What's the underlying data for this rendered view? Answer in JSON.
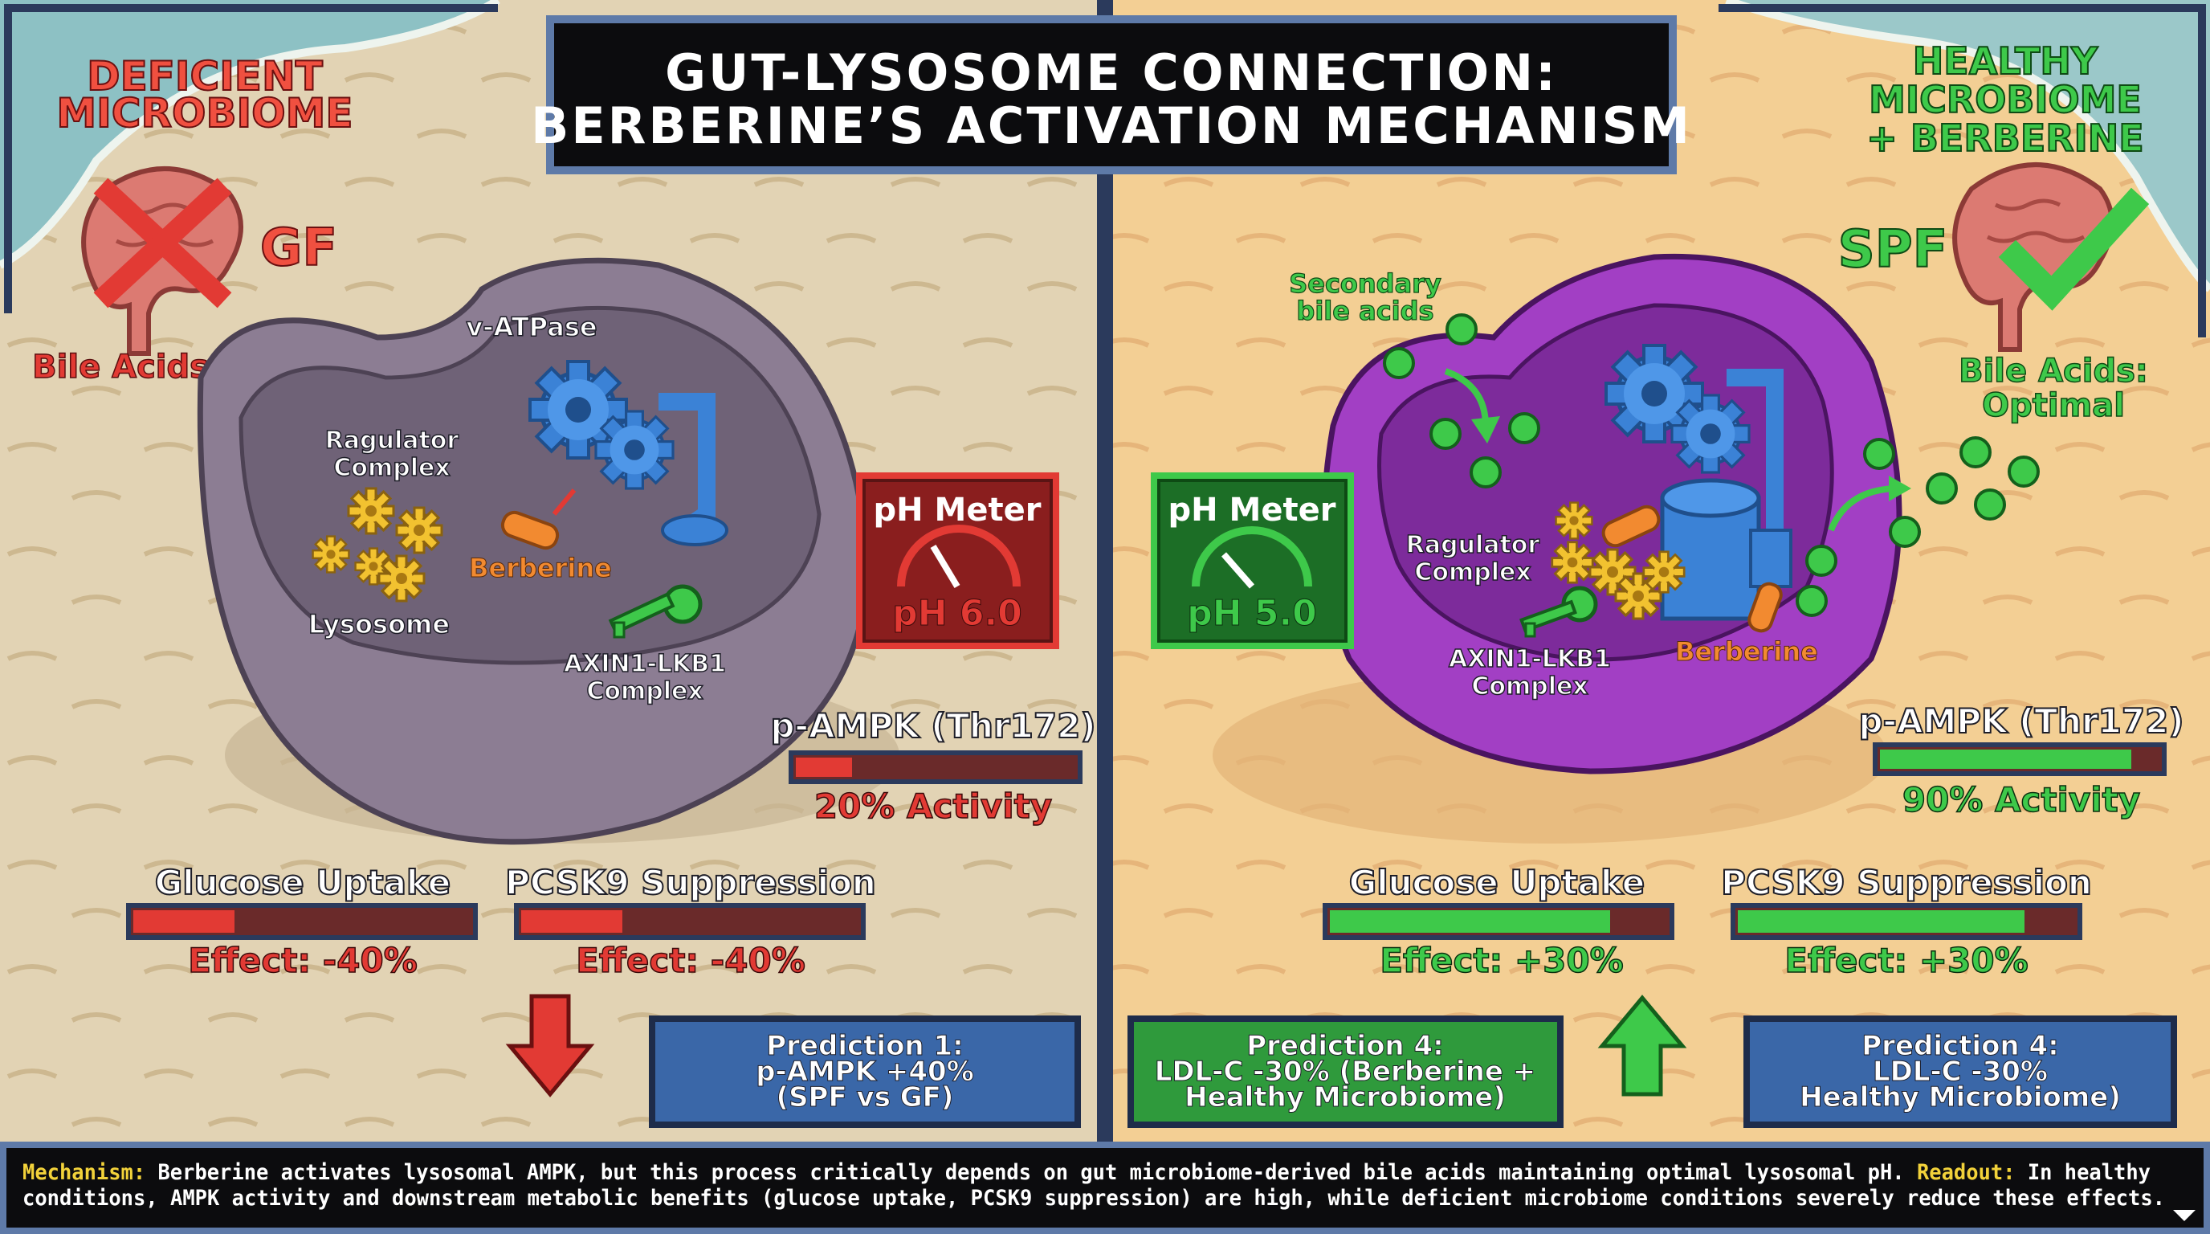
{
  "title": {
    "line1": "GUT-LYSOSOME CONNECTION:",
    "line2": "BERBERINE’S ACTIVATION MECHANISM"
  },
  "left": {
    "heading_line1": "DEFICIENT",
    "heading_line2": "MICROBIOME",
    "gf_label": "GF",
    "bile_label": "Bile Acids: Low",
    "vatpase_label": "v-ATPase",
    "ragulator_line1": "Ragulator",
    "ragulator_line2": "Complex",
    "berberine_label": "Berberine",
    "lysosome_label": "Lysosome",
    "axin_line1": "AXIN1-LKB1",
    "axin_line2": "Complex",
    "ph_title": "pH Meter",
    "ph_value": "pH 6.0",
    "ampk_title": "p-AMPK (Thr172)",
    "ampk_fraction": 0.2,
    "ampk_activity": "20% Activity",
    "glucose_title": "Glucose Uptake",
    "glucose_fraction": 0.3,
    "glucose_effect": "Effect: -40%",
    "pcsk9_title": "PCSK9 Suppression",
    "pcsk9_fraction": 0.3,
    "pcsk9_effect": "Effect: -40%",
    "prediction_line1": "Prediction 1:",
    "prediction_line2": "p-AMPK +40%",
    "prediction_line3": "(SPF vs GF)"
  },
  "right": {
    "heading_line1": "HEALTHY",
    "heading_line2": "MICROBIOME",
    "heading_line3": "+ BERBERINE",
    "spf_label": "SPF",
    "bile_line1": "Bile Acids:",
    "bile_line2": "Optimal",
    "secondary_line1": "Secondary",
    "secondary_line2": "bile acids",
    "ragulator_line1": "Ragulator",
    "ragulator_line2": "Complex",
    "berberine_label": "Berberine",
    "axin_line1": "AXIN1-LKB1",
    "axin_line2": "Complex",
    "ph_title": "pH Meter",
    "ph_value": "pH 5.0",
    "ampk_title": "p-AMPK (Thr172)",
    "ampk_fraction": 0.9,
    "ampk_activity": "90% Activity",
    "glucose_title": "Glucose Uptake",
    "glucose_fraction": 0.83,
    "glucose_effect": "Effect: +30%",
    "pcsk9_title": "PCSK9 Suppression",
    "pcsk9_fraction": 0.85,
    "pcsk9_effect": "Effect: +30%",
    "prediction_green_line1": "Prediction 4:",
    "prediction_green_line2": "LDL-C -30% (Berberine +",
    "prediction_green_line3": "Healthy Microbiome)",
    "prediction_blue_line1": "Prediction 4:",
    "prediction_blue_line2": "LDL-C -30%",
    "prediction_blue_line3": "Healthy Microbiome)"
  },
  "footer": {
    "mechanism_label": "Mechanism:",
    "mechanism_text": " Berberine activates lysosomal AMPK, but this process critically depends on gut microbiome-derived bile acids maintaining optimal lysosomal pH. ",
    "readout_label": "Readout:",
    "readout_text1": " In healthy",
    "line2": "conditions, AMPK activity and downstream metabolic benefits (glucose uptake, PCSK9 suppression) are high, while deficient microbiome conditions severely reduce these effects."
  },
  "colors": {
    "red": "#e23a34",
    "green": "#3ec94a",
    "blue_box": "#3a67a8",
    "lysosome_left": "#8c7d93",
    "lysosome_right": "#a23fc4",
    "gold": "#f2c230",
    "footer_label": "#f2d23a"
  }
}
